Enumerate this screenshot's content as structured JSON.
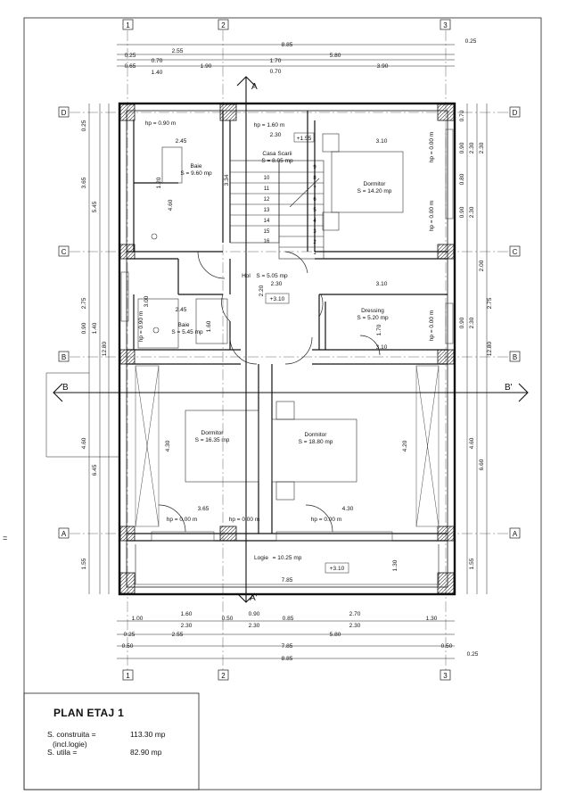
{
  "plan": {
    "top_dimensions": {
      "row1": [
        "8.85"
      ],
      "row2": [
        "2.55",
        "5.80"
      ],
      "row3": [
        "0.70",
        "1.70"
      ],
      "row4": [
        "0.65",
        "1.40",
        "1.90",
        "0.70",
        "3.90"
      ],
      "side_left": "0.25",
      "side_right": "0.25"
    },
    "bottom_dimensions": {
      "row1": [
        "1.00",
        "1.60",
        "2.30",
        "0.50",
        "0.90",
        "2.30",
        "0.85",
        "2.70",
        "2.30",
        "1.30"
      ],
      "row2": [
        "0.25",
        "2.55",
        "5.80"
      ],
      "row3": [
        "0.50",
        "7.85",
        "0.50"
      ],
      "row4": [
        "8.85"
      ],
      "side_right": "0.25"
    },
    "left_dimensions": {
      "inner": [
        "0.25",
        "3.65",
        "2.75",
        "0.90",
        "4.60",
        "1.55"
      ],
      "mid": [
        "5.45",
        "1.40",
        "6.45"
      ],
      "outer": [
        "12.80"
      ]
    },
    "right_dimensions": {
      "inner": [
        "0.70",
        "0.90",
        "2.30",
        "0.80",
        "0.90",
        "2.30",
        "0.90",
        "2.30",
        "4.60",
        "1.55"
      ],
      "mid": [
        "2.30",
        "2.00",
        "2.75",
        "6.60"
      ],
      "outer": [
        "12.80"
      ]
    },
    "axis_letters": [
      "D",
      "C",
      "B",
      "A"
    ],
    "axis_numbers": [
      "1",
      "2",
      "3"
    ],
    "sections": [
      "A",
      "A'",
      "B",
      "B'"
    ],
    "rooms": [
      {
        "name": "Baie",
        "area": "S = 9.60 mp"
      },
      {
        "name": "Casa Scarii",
        "area": "S = 8.05 mp"
      },
      {
        "name": "Dormitor",
        "area": "S = 14.20 mp"
      },
      {
        "name": "Hol",
        "area": "S = 5.05 mp"
      },
      {
        "name": "Baie",
        "area": "S = 5.45 mp"
      },
      {
        "name": "Dressing",
        "area": "S = 5.20 mp"
      },
      {
        "name": "Dormitor",
        "area": "S = 16.35 mp"
      },
      {
        "name": "Dormitor",
        "area": "S = 18.80 mp"
      },
      {
        "name": "Logie",
        "area": "= 10.25 mp"
      }
    ],
    "interior_labels": {
      "hp_090_top": "hp = 0.90 m",
      "hp_160": "hp = 1.60 m",
      "d245a": "2.45",
      "d230a": "2.30",
      "d310a": "3.10",
      "d155": "+1.55",
      "d120": "1.20",
      "d460": "4.60",
      "d334": "3.34",
      "d220": "2.20",
      "d230b": "2.30",
      "d310b": "3.10",
      "level_hol": "+3.10",
      "d245b": "2.45",
      "d300": "3.00",
      "d160": "1.60",
      "d170": "1.70",
      "d310c": "3.10",
      "d430v": "4.30",
      "d420v": "4.20",
      "d365": "3.65",
      "d430h": "4.30",
      "d130": "1.30",
      "d785": "7.85",
      "level_logie": "+3.10",
      "hp_000_d1": "hp = 0.00 m",
      "hp_000_d2": "hp = 0.00 m",
      "hp_000_dr": "hp = 0.00 m",
      "hp_090_baie": "hp = 0.90 m",
      "hp_000_b1": "hp = 0.00 m",
      "hp_000_b2": "hp = 0.00 m",
      "hp_000_b3": "hp = 0.00 m"
    },
    "stairs_left": [
      "10",
      "11",
      "12",
      "13",
      "14",
      "15",
      "16"
    ],
    "stairs_right": [
      "9",
      "8",
      "7",
      "6",
      "5",
      "4",
      "3",
      "2",
      "1"
    ]
  },
  "title_block": {
    "title": "PLAN ETAJ 1",
    "built_label": "S. construita =",
    "built_note": "(incl.logie)",
    "built_value": "113.30 mp",
    "useful_label": "S. utila =",
    "useful_value": "82.90 mp"
  },
  "misc": {
    "equal_mark": "="
  }
}
